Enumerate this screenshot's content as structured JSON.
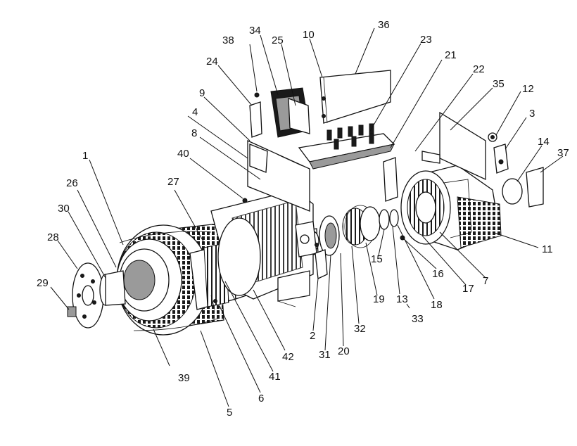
{
  "labels": [
    {
      "id": "1",
      "text": "1"
    },
    {
      "id": "2",
      "text": "2"
    },
    {
      "id": "3",
      "text": "3"
    },
    {
      "id": "4",
      "text": "4"
    },
    {
      "id": "5",
      "text": "5"
    },
    {
      "id": "6",
      "text": "6"
    },
    {
      "id": "7",
      "text": "7"
    },
    {
      "id": "8",
      "text": "8"
    },
    {
      "id": "9",
      "text": "9"
    },
    {
      "id": "10",
      "text": "10"
    },
    {
      "id": "11",
      "text": "11"
    },
    {
      "id": "12",
      "text": "12"
    },
    {
      "id": "13",
      "text": "13"
    },
    {
      "id": "14",
      "text": "14"
    },
    {
      "id": "15",
      "text": "15"
    },
    {
      "id": "16",
      "text": "16"
    },
    {
      "id": "17",
      "text": "17"
    },
    {
      "id": "18",
      "text": "18"
    },
    {
      "id": "19",
      "text": "19"
    },
    {
      "id": "20",
      "text": "20"
    },
    {
      "id": "21",
      "text": "21"
    },
    {
      "id": "22",
      "text": "22"
    },
    {
      "id": "23",
      "text": "23"
    },
    {
      "id": "24",
      "text": "24"
    },
    {
      "id": "25",
      "text": "25"
    },
    {
      "id": "26",
      "text": "26"
    },
    {
      "id": "27",
      "text": "27"
    },
    {
      "id": "28",
      "text": "28"
    },
    {
      "id": "29",
      "text": "29"
    },
    {
      "id": "30",
      "text": "30"
    },
    {
      "id": "31",
      "text": "31"
    },
    {
      "id": "32",
      "text": "32"
    },
    {
      "id": "33",
      "text": "33"
    },
    {
      "id": "34",
      "text": "34"
    },
    {
      "id": "35",
      "text": "35"
    },
    {
      "id": "36",
      "text": "36"
    },
    {
      "id": "37",
      "text": "37"
    },
    {
      "id": "38",
      "text": "38"
    },
    {
      "id": "39",
      "text": "39"
    },
    {
      "id": "40",
      "text": "40"
    },
    {
      "id": "41",
      "text": "41"
    },
    {
      "id": "42",
      "text": "42"
    }
  ]
}
